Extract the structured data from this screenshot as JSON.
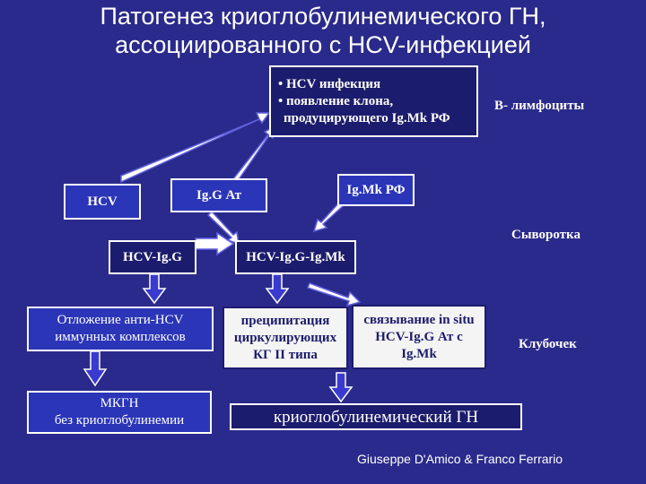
{
  "title": {
    "line1": "Патогенез криоглобулинемического ГН,",
    "line2": "ассоциированного с HCV-инфекцией"
  },
  "boxes": {
    "hcv_infection": {
      "line1": "• HCV инфекция",
      "line2": "• появление клона,",
      "line3": "продуцирующего Ig.Mk РФ"
    },
    "hcv": "HCV",
    "igg_at": "Ig.G Ат",
    "igmk_rf": "Ig.Mk РФ",
    "hcv_igg": "HCV-Ig.G",
    "hcv_igg_igmk": "HCV-Ig.G-Ig.Mk",
    "deposit": {
      "line1": "Отложение анти-HCV",
      "line2": "иммунных комплексов"
    },
    "precip": {
      "line1": "преципитация",
      "line2": "циркулирующих",
      "line3": "КГ II типа"
    },
    "binding": {
      "line1": "связывание in situ",
      "line2": "HCV-Ig.G Ат с",
      "line3": "Ig.Mk"
    },
    "mkgn": {
      "line1": "МКГН",
      "line2": "без криоглобулинемии"
    },
    "cryo_gn": "криоглобулинемический ГН"
  },
  "labels": {
    "b_lymph": "В- лимфоциты",
    "serum": "Сыворотка",
    "glomerulus": "Клубочек"
  },
  "credit": "Giuseppe D'Amico & Franco Ferrario",
  "colors": {
    "background": "#2a2a8c",
    "box_dark": "#1c1c6e",
    "box_blue": "#2b35b8",
    "white_box": "#f4f4f4",
    "arrow": "#3a3ad0"
  }
}
